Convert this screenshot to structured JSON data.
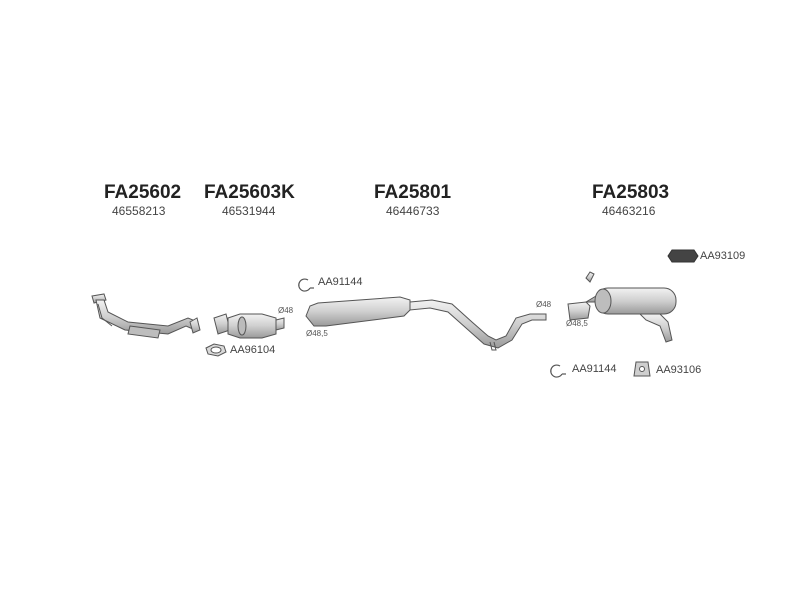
{
  "parts": [
    {
      "code": "FA25602",
      "oe": "46558213"
    },
    {
      "code": "FA25603K",
      "oe": "46531944"
    },
    {
      "code": "FA25801",
      "oe": "46446733"
    },
    {
      "code": "FA25803",
      "oe": "46463216"
    }
  ],
  "accessories": [
    {
      "code": "AA96104"
    },
    {
      "code": "AA91144"
    },
    {
      "code": "AA91144"
    },
    {
      "code": "AA93106"
    },
    {
      "code": "AA93109"
    }
  ],
  "dimensions": {
    "cat_outlet": "Ø48",
    "front_inlet": "Ø48,5",
    "mid_outlet": "Ø48",
    "rear_inlet": "Ø48,5"
  },
  "colors": {
    "stroke": "#555555",
    "fill": "#d9d9d9",
    "text": "#222222"
  }
}
